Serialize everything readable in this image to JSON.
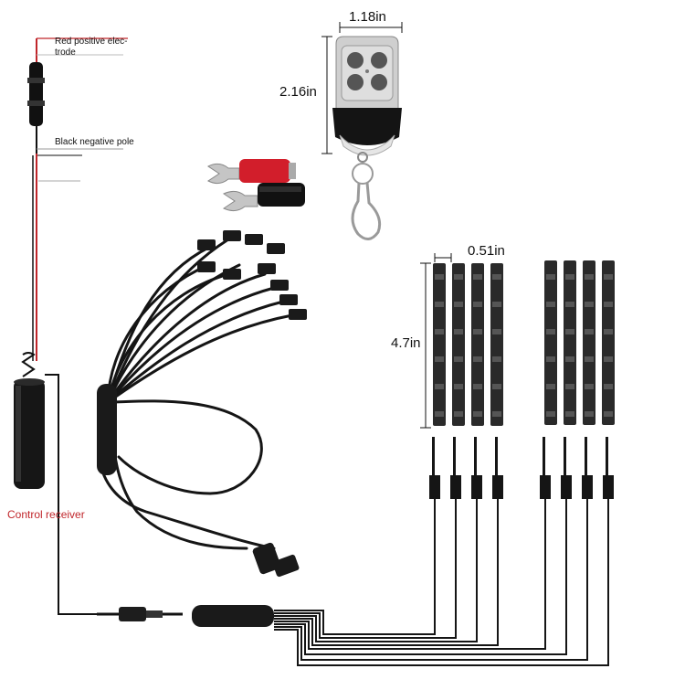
{
  "labels": {
    "red_positive_line1": "Red positive elec-",
    "red_positive_line2": "trode",
    "black_negative": "Black negative pole",
    "control_receiver": "Control receiver"
  },
  "dimensions": {
    "remote_width": "1.18in",
    "remote_height": "2.16in",
    "strip_width": "0.51in",
    "strip_length": "4.7in"
  },
  "counts": {
    "led_strips": 8
  },
  "colors": {
    "wire_black": "#111111",
    "wire_red": "#c0262b",
    "remote_silver": "#c9c9c9",
    "strip_body": "#2a2a2a",
    "terminal_red": "#d21e2b"
  },
  "icons": {
    "remote": "key-fob-remote-icon",
    "fuse": "inline-fuse-icon",
    "receiver": "control-receiver-icon",
    "splitter": "wire-splitter-icon",
    "terminal": "spade-terminal-icon",
    "strip": "led-strip-icon"
  }
}
